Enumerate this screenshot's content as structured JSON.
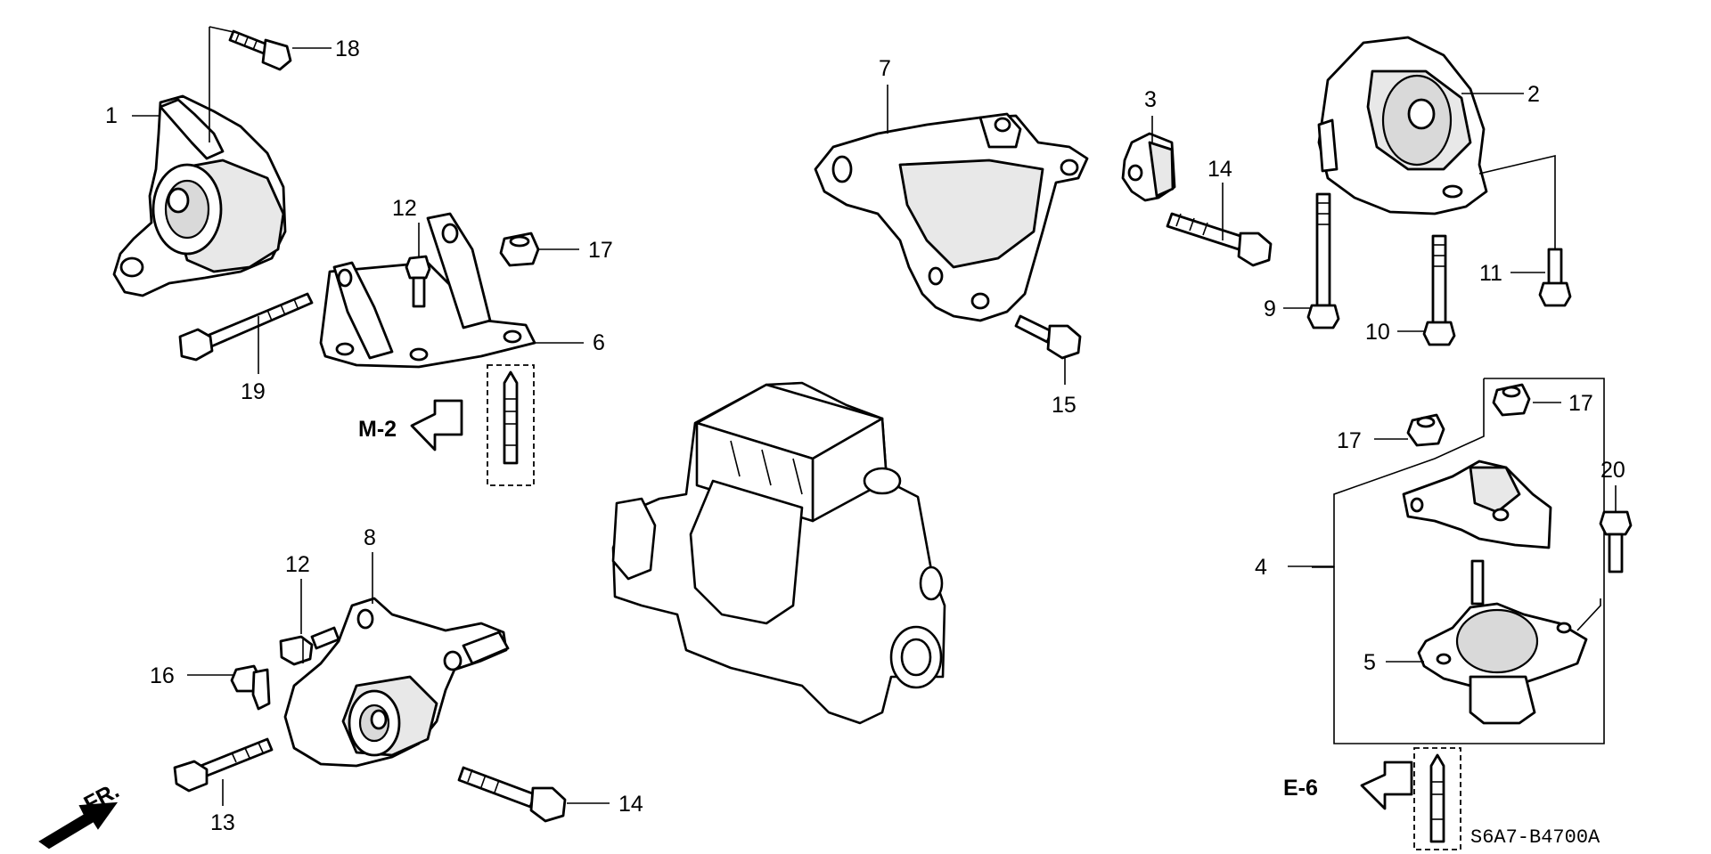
{
  "callouts": {
    "c1": "1",
    "c2": "2",
    "c3": "3",
    "c4": "4",
    "c5": "5",
    "c6": "6",
    "c7": "7",
    "c8": "8",
    "c9": "9",
    "c10": "10",
    "c11": "11",
    "c12a": "12",
    "c12b": "12",
    "c13": "13",
    "c14a": "14",
    "c14b": "14",
    "c15": "15",
    "c16": "16",
    "c17a": "17",
    "c17b": "17",
    "c17c": "17",
    "c18": "18",
    "c19": "19",
    "c20": "20"
  },
  "references": {
    "m2": "M-2",
    "e6": "E-6"
  },
  "front_indicator": "FR.",
  "diagram_code": "S6A7-B4700A"
}
